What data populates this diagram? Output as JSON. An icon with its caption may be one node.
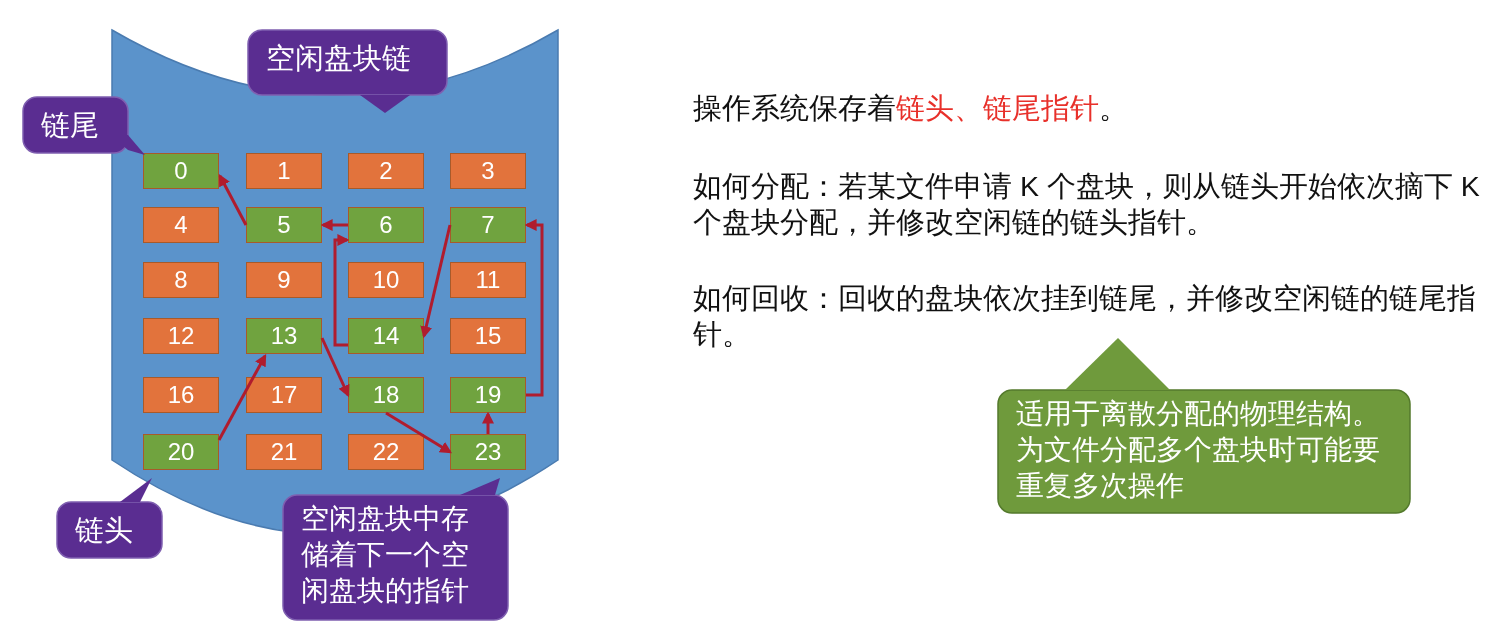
{
  "diagram": {
    "nodes": [
      {
        "text": [],
        "shape": "cylinder"
      },
      {
        "text": [
          "0"
        ],
        "in": 0
      },
      {
        "text": [
          "1"
        ],
        "in": 0
      },
      {
        "text": [
          "2"
        ],
        "in": 0
      },
      {
        "text": [
          "3"
        ],
        "in": 0
      },
      {
        "text": [
          "4"
        ],
        "in": 0
      },
      {
        "text": [
          "5"
        ],
        "in": 0
      },
      {
        "text": [
          "6"
        ],
        "in": 0
      },
      {
        "text": [
          "7"
        ],
        "in": 0
      },
      {
        "text": [
          "8"
        ],
        "in": 0
      },
      {
        "text": [
          "9"
        ],
        "in": 0
      },
      {
        "text": [
          "10"
        ],
        "in": 0
      },
      {
        "text": [
          "11"
        ],
        "in": 0
      },
      {
        "text": [
          "12"
        ],
        "in": 0
      },
      {
        "text": [
          "13"
        ],
        "in": 0
      },
      {
        "text": [
          "14"
        ],
        "in": 0
      },
      {
        "text": [
          "15"
        ],
        "in": 0
      },
      {
        "text": [
          "16"
        ],
        "in": 0
      },
      {
        "text": [
          "17"
        ],
        "in": 0
      },
      {
        "text": [
          "18"
        ],
        "in": 0
      },
      {
        "text": [
          "19"
        ],
        "in": 0
      },
      {
        "text": [
          "20"
        ],
        "in": 0
      },
      {
        "text": [
          "21"
        ],
        "in": 0
      },
      {
        "text": [
          "22"
        ],
        "in": 0
      },
      {
        "text": [
          "23"
        ],
        "in": 0
      },
      {
        "text": [
          "空闲盘块链"
        ]
      },
      {
        "text": [
          "链尾"
        ]
      },
      {
        "text": [
          "链头"
        ]
      },
      {
        "text": [
          "空闲盘块中存储着下一个空闲盘块的指针"
        ]
      },
      {
        "text": [
          "适用于离散分配的物理结构。为文件分配多个盘块时可能要重复多次操作"
        ]
      }
    ],
    "edges": [
      {
        "from": 21,
        "to": 14,
        "arrow": "to"
      },
      {
        "from": 14,
        "to": 19,
        "arrow": "to"
      },
      {
        "from": 19,
        "to": 24,
        "arrow": "to"
      },
      {
        "from": 24,
        "to": 20,
        "arrow": "to"
      },
      {
        "from": 20,
        "to": 8,
        "arrow": "to"
      },
      {
        "from": 8,
        "to": 15,
        "arrow": "to"
      },
      {
        "from": 15,
        "to": 7,
        "arrow": "to"
      },
      {
        "from": 7,
        "to": 6,
        "arrow": "to"
      },
      {
        "from": 6,
        "to": 1,
        "arrow": "to"
      }
    ],
    "labels": [
      "操作系统保存着**链头、链尾指针**。",
      "如何分配：若某文件申请 K 个盘块，则从链头开始依次摘下 K 个盘块分配，并修改空闲链的链头指针。",
      "如何回收：回收的盘块依次挂到链尾，并修改空闲链的链尾指针。"
    ]
  }
}
